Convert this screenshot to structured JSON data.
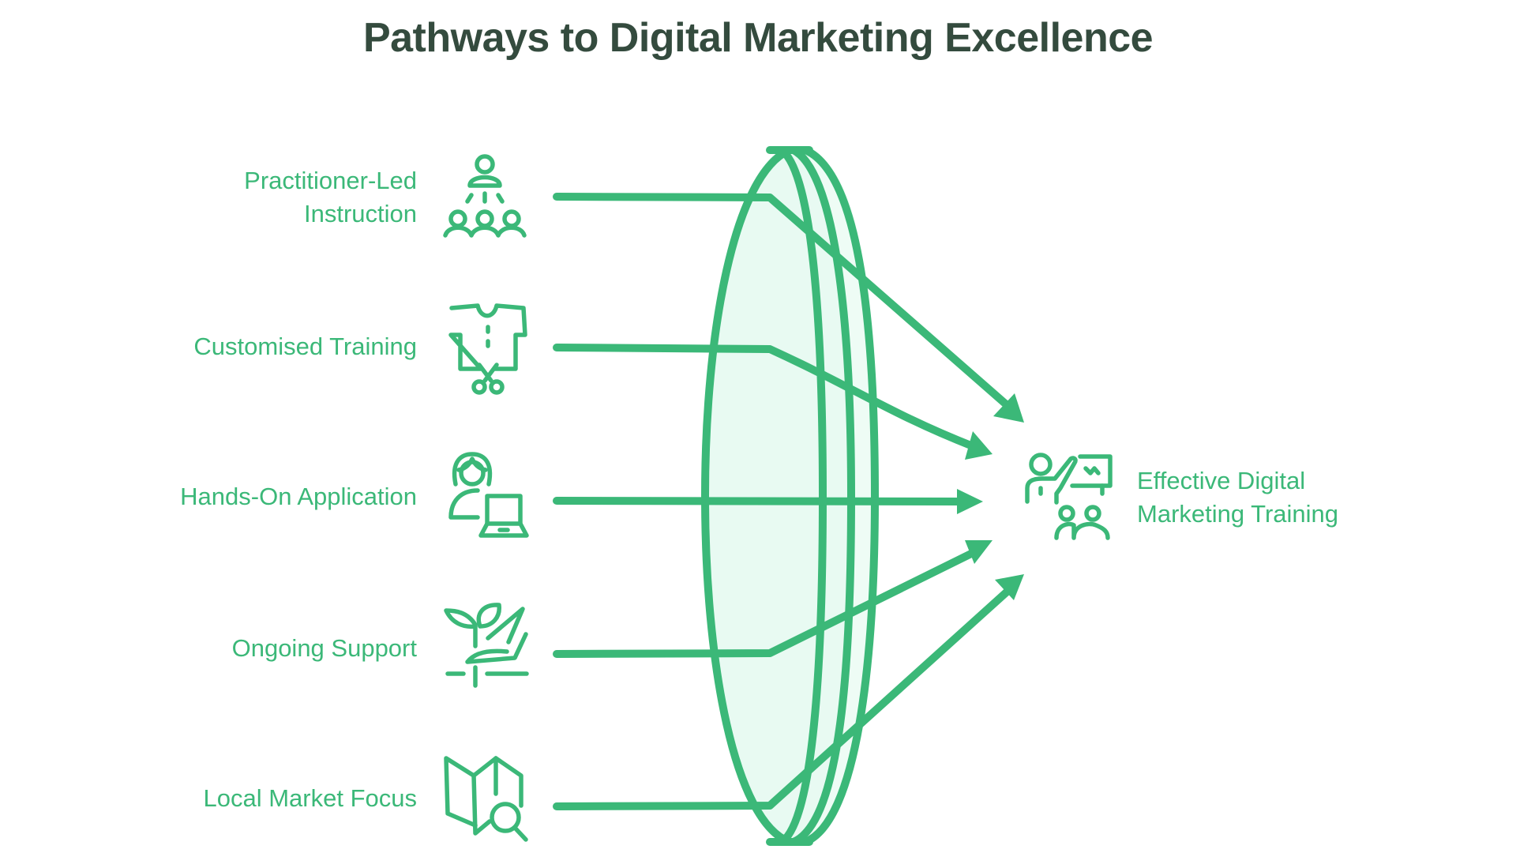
{
  "title": "Pathways to Digital Marketing Excellence",
  "colors": {
    "title": "#344b3e",
    "accent": "#3bb878",
    "lens_fill": "#e8faf2",
    "background": "#ffffff"
  },
  "inputs": [
    {
      "label": "Practitioner-Led Instruction",
      "line1": "Practitioner-Led",
      "line2": "Instruction",
      "icon": "presenter-audience-icon"
    },
    {
      "label": "Customised Training",
      "line1": "Customised Training",
      "icon": "shirt-scissors-icon"
    },
    {
      "label": "Hands-On Application",
      "line1": "Hands-On Application",
      "icon": "person-laptop-icon"
    },
    {
      "label": "Ongoing Support",
      "line1": "Ongoing Support",
      "icon": "plant-hand-icon"
    },
    {
      "label": "Local Market Focus",
      "line1": "Local Market Focus",
      "icon": "map-search-icon"
    }
  ],
  "lens": {
    "shape": "converging-lens",
    "layers": 3
  },
  "output": {
    "label": "Effective Digital Marketing Training",
    "line1": "Effective Digital",
    "line2": "Marketing Training",
    "icon": "teacher-whiteboard-students-icon"
  }
}
